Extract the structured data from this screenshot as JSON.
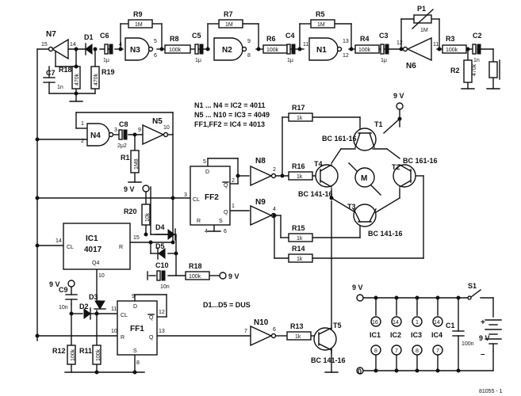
{
  "diagram": {
    "notes": [
      "N1 ... N4 = IC2 = 4011",
      "N5 ... N10 = IC3 = 4049",
      "FF1,FF2 = IC4 = 4013"
    ],
    "diode_note": "D1...D5 = DUS",
    "figure_number": "81055 - 1",
    "gates": {
      "n1": "N1",
      "n2": "N2",
      "n3": "N3",
      "n4": "N4",
      "n5": "N5",
      "n6": "N6",
      "n7": "N7",
      "n8": "N8",
      "n9": "N9",
      "n10": "N10"
    },
    "ics": {
      "ic1_name": "IC1",
      "ic1_type": "4017",
      "ic1_clk": "CL",
      "ic1_rst": "R",
      "ic1_q4": "Q4",
      "ff1": "FF1",
      "ff2": "FF2",
      "pin_d": "D",
      "pin_s": "S",
      "pin_r": "R",
      "pin_q": "Q",
      "pin_qbar": "Q",
      "pin_cl": "CL"
    },
    "resistors": {
      "r2": "R2",
      "r2v": "470k",
      "r3": "R3",
      "r3v": "100k",
      "r4": "R4",
      "r4v": "100k",
      "r5": "R5",
      "r5v": "1M",
      "r6": "R6",
      "r6v": "100k",
      "r7": "R7",
      "r7v": "1M",
      "r8": "R8",
      "r8v": "100k",
      "r9": "R9",
      "r9v": "1M",
      "r18": "R18",
      "r18v": "470k",
      "r19": "R19",
      "r19v": "470k",
      "r1": "R1",
      "r1v": "1M8",
      "r17": "R17",
      "r17v": "1k",
      "r16": "R16",
      "r16v": "1k",
      "r15": "R15",
      "r15v": "1k",
      "r14": "R14",
      "r14v": "1k",
      "r20": "R20",
      "r20v": "10k",
      "r18b": "R18",
      "r18bv": "100k",
      "r12": "R12",
      "r12v": "100k",
      "r11": "R11",
      "r11v": "100k",
      "r13": "R13",
      "r13v": "1k",
      "p1": "P1",
      "p1v": "1M"
    },
    "capacitors": {
      "c1": "C1",
      "c1v": "100n",
      "c2": "C2",
      "c2v": "1n",
      "c3": "C3",
      "c3v": "1μ",
      "c4": "C4",
      "c4v": "1μ",
      "c5": "C5",
      "c5v": "1μ",
      "c6": "C6",
      "c6v": "1μ",
      "c7": "C7",
      "c7v": "1n",
      "c8": "C8",
      "c8v": "2μ2",
      "c9": "C9",
      "c9v": "10n",
      "c10": "C10",
      "c10v": "10n"
    },
    "diodes": {
      "d1": "D1",
      "d2": "D2",
      "d3": "D3",
      "d4": "D4",
      "d5": "D5"
    },
    "transistors": {
      "t1": "T1",
      "t1type": "BC 161-16",
      "t2": "T2",
      "t2type": "BC 161-16",
      "t3": "T3",
      "t3type": "BC 141-16",
      "t4": "T4",
      "t4type": "BC 141-16",
      "t5": "T5",
      "t5type": "BC 141-16"
    },
    "motor": "M",
    "supply": {
      "v9": "9 V",
      "v9b": "9 V",
      "v9c": "9 V",
      "v9d": "9 V",
      "v9e": "9 V",
      "v9f": "9 V",
      "zero": "0",
      "switch": "S1",
      "battery": "9 V",
      "plus": "+",
      "minus": "–"
    },
    "supply_table": {
      "ic_labels": [
        "IC1",
        "IC2",
        "IC3",
        "IC4"
      ],
      "vdd_pins": [
        "16",
        "14",
        "1",
        "14"
      ],
      "vss_pins": [
        "8",
        "7",
        "8",
        "7"
      ]
    },
    "pins": {
      "p15": "15",
      "p14": "14",
      "p4": "4",
      "p5": "5",
      "p6": "6",
      "p8": "8",
      "p9": "9",
      "p10": "10",
      "p11": "11",
      "p12": "12",
      "p13": "13",
      "p1": "1",
      "p2": "2",
      "p3": "3",
      "p7": "7"
    }
  }
}
